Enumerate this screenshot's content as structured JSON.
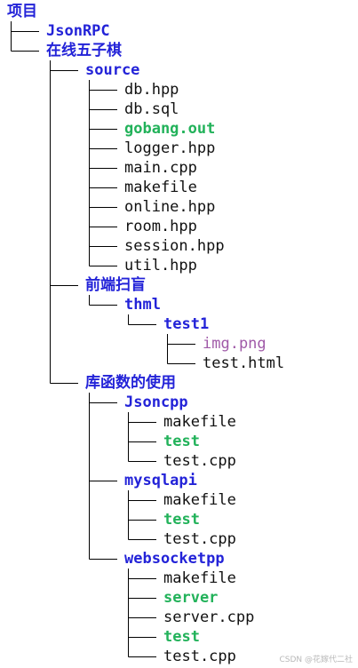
{
  "colors": {
    "directory": "#2323d8",
    "file": "#111111",
    "executable": "#22b25a",
    "image": "#a05aa8",
    "line": "#000000"
  },
  "tree": [
    {
      "label": "项目",
      "type": "dir",
      "depth": 0
    },
    {
      "label": "JsonRPC",
      "type": "dir",
      "depth": 1
    },
    {
      "label": "在线五子棋",
      "type": "dir",
      "depth": 1
    },
    {
      "label": "source",
      "type": "dir",
      "depth": 2
    },
    {
      "label": "db.hpp",
      "type": "file",
      "depth": 3
    },
    {
      "label": "db.sql",
      "type": "file",
      "depth": 3
    },
    {
      "label": "gobang.out",
      "type": "exe",
      "depth": 3
    },
    {
      "label": "logger.hpp",
      "type": "file",
      "depth": 3
    },
    {
      "label": "main.cpp",
      "type": "file",
      "depth": 3
    },
    {
      "label": "makefile",
      "type": "file",
      "depth": 3
    },
    {
      "label": "online.hpp",
      "type": "file",
      "depth": 3
    },
    {
      "label": "room.hpp",
      "type": "file",
      "depth": 3
    },
    {
      "label": "session.hpp",
      "type": "file",
      "depth": 3
    },
    {
      "label": "util.hpp",
      "type": "file",
      "depth": 3
    },
    {
      "label": "前端扫盲",
      "type": "dir",
      "depth": 2
    },
    {
      "label": "thml",
      "type": "dir",
      "depth": 3
    },
    {
      "label": "test1",
      "type": "dir",
      "depth": 4
    },
    {
      "label": "img.png",
      "type": "image",
      "depth": 5
    },
    {
      "label": "test.html",
      "type": "file",
      "depth": 5
    },
    {
      "label": "库函数的使用",
      "type": "dir",
      "depth": 2
    },
    {
      "label": "Jsoncpp",
      "type": "dir",
      "depth": 3
    },
    {
      "label": "makefile",
      "type": "file",
      "depth": 4
    },
    {
      "label": "test",
      "type": "exe",
      "depth": 4
    },
    {
      "label": "test.cpp",
      "type": "file",
      "depth": 4
    },
    {
      "label": "mysqlapi",
      "type": "dir",
      "depth": 3
    },
    {
      "label": "makefile",
      "type": "file",
      "depth": 4
    },
    {
      "label": "test",
      "type": "exe",
      "depth": 4
    },
    {
      "label": "test.cpp",
      "type": "file",
      "depth": 4
    },
    {
      "label": "websocketpp",
      "type": "dir",
      "depth": 3
    },
    {
      "label": "makefile",
      "type": "file",
      "depth": 4
    },
    {
      "label": "server",
      "type": "exe",
      "depth": 4
    },
    {
      "label": "server.cpp",
      "type": "file",
      "depth": 4
    },
    {
      "label": "test",
      "type": "exe",
      "depth": 4
    },
    {
      "label": "test.cpp",
      "type": "file",
      "depth": 4
    }
  ],
  "watermark": "CSDN @花嫁代二社"
}
